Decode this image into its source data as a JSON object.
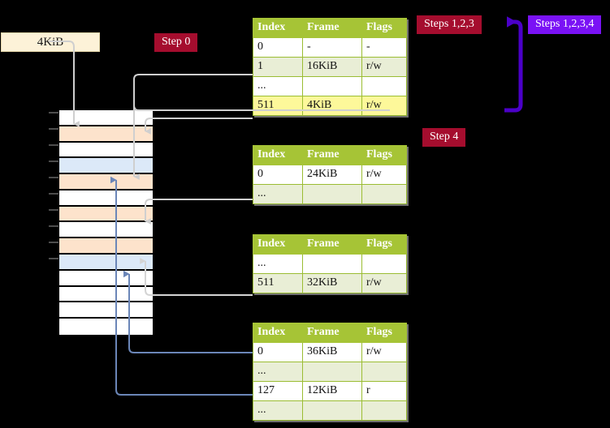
{
  "labels": {
    "size_box": "4KiB",
    "step0": "Step 0",
    "step4": "Step 4",
    "steps123": "Steps 1,2,3",
    "steps1234": "Steps 1,2,3,4"
  },
  "colors": {
    "badge_red": "#a50d2e",
    "badge_violet": "#7a12f5",
    "table_header": "#a6c436",
    "table_alt_row": "#e9eed6",
    "highlight": "#fdf89a",
    "mem_peach": "#fde3cc",
    "mem_blue": "#dce9f8",
    "size_box_bg": "#fdf2d8",
    "grey_wire": "#c9c9c9",
    "blue_wire": "#6b92c4",
    "violet_arrow": "#4b00c8"
  },
  "tables": [
    {
      "id": "l4",
      "headers": [
        "Index",
        "Frame",
        "Flags"
      ],
      "rows": [
        {
          "cells": [
            "0",
            "-",
            "-"
          ],
          "alt": false,
          "highlight": []
        },
        {
          "cells": [
            "1",
            "16KiB",
            "r/w"
          ],
          "alt": true,
          "highlight": []
        },
        {
          "cells": [
            "...",
            "",
            ""
          ],
          "alt": false,
          "highlight": []
        },
        {
          "cells": [
            "511",
            "4KiB",
            "r/w"
          ],
          "alt": true,
          "highlight": [
            0,
            1,
            2
          ]
        }
      ]
    },
    {
      "id": "l3",
      "headers": [
        "Index",
        "Frame",
        "Flags"
      ],
      "rows": [
        {
          "cells": [
            "0",
            "24KiB",
            "r/w"
          ],
          "alt": false,
          "highlight": []
        },
        {
          "cells": [
            "...",
            "",
            ""
          ],
          "alt": true,
          "highlight": []
        }
      ]
    },
    {
      "id": "l2",
      "headers": [
        "Index",
        "Frame",
        "Flags"
      ],
      "rows": [
        {
          "cells": [
            "...",
            "",
            ""
          ],
          "alt": false,
          "highlight": []
        },
        {
          "cells": [
            "511",
            "32KiB",
            "r/w"
          ],
          "alt": true,
          "highlight": []
        }
      ]
    },
    {
      "id": "l1",
      "headers": [
        "Index",
        "Frame",
        "Flags"
      ],
      "rows": [
        {
          "cells": [
            "0",
            "36KiB",
            "r/w"
          ],
          "alt": false,
          "highlight": []
        },
        {
          "cells": [
            "...",
            "",
            ""
          ],
          "alt": true,
          "highlight": []
        },
        {
          "cells": [
            "127",
            "12KiB",
            "r"
          ],
          "alt": false,
          "highlight": []
        },
        {
          "cells": [
            "...",
            "",
            ""
          ],
          "alt": true,
          "highlight": []
        }
      ]
    }
  ],
  "memory_rows": [
    {
      "fill": "white"
    },
    {
      "fill": "peach"
    },
    {
      "fill": "white"
    },
    {
      "fill": "blue"
    },
    {
      "fill": "peach"
    },
    {
      "fill": "white"
    },
    {
      "fill": "peach"
    },
    {
      "fill": "white"
    },
    {
      "fill": "peach"
    },
    {
      "fill": "blue"
    },
    {
      "fill": "white"
    },
    {
      "fill": "white"
    },
    {
      "fill": "white"
    },
    {
      "fill": "white"
    }
  ]
}
